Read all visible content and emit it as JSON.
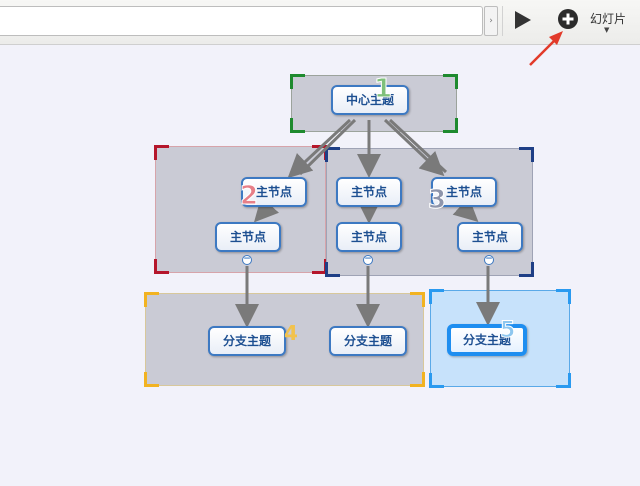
{
  "toolbar": {
    "address_value": "",
    "dropdown_arrow": "›",
    "play_icon": "play-icon",
    "add_icon": "plus-circle-icon",
    "slide_label": "幻灯片",
    "slide_caret": "▼"
  },
  "mindmap": {
    "central_topic": "中心主题",
    "main_topics": [
      "主节点",
      "主节点",
      "主节点"
    ],
    "sub_topics": [
      "主节点",
      "主节点",
      "主节点"
    ],
    "branch_topics": [
      "分支主题",
      "分支主题",
      "分支主题"
    ],
    "collapse_symbol": "−",
    "boundary_numbers": [
      "1",
      "2",
      "3",
      "4",
      "5"
    ]
  },
  "colors": {
    "boundary_1": "#1e8a2e",
    "boundary_2": "#b5162b",
    "boundary_3": "#1f3f86",
    "boundary_4": "#f2b321",
    "boundary_5": "#2a9af0",
    "topic_border": "#3d79c2",
    "annotation_arrow": "#e23a2a"
  }
}
